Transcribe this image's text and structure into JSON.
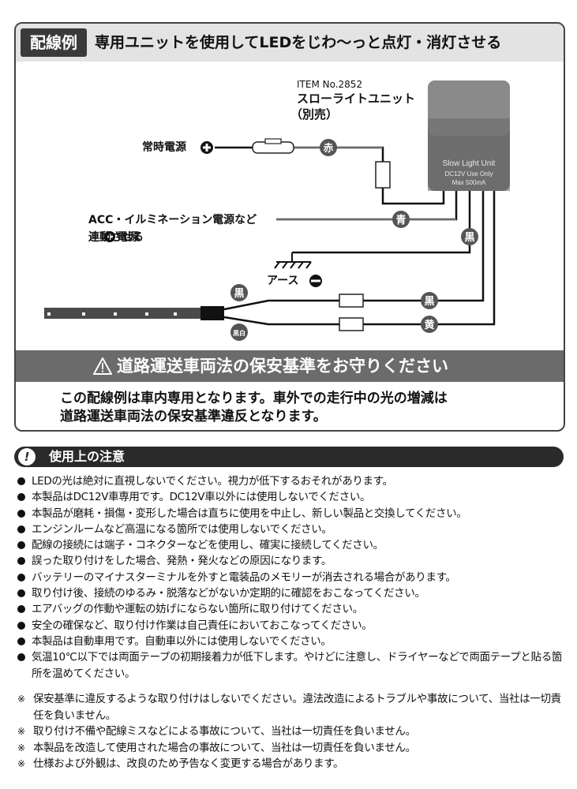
{
  "header": {
    "tag": "配線例",
    "title": "専用ユニットを使用してLEDをじわ〜っと点灯・消灯させる"
  },
  "diagram": {
    "item_number": "ITEM No.2852",
    "unit_name": "スローライトユニット",
    "unit_note": "（別売）",
    "unit_label_line1": "Slow Light Unit",
    "unit_label_line2": "DC12V Use Only",
    "unit_label_line3": "Max 500mA",
    "constant_power": "常時電源",
    "acc_line1": "ACC・イルミネーション電源など",
    "acc_line2": "連動させる",
    "acc_line2_suffix": "電源",
    "ground": "アース",
    "wire_red": "赤",
    "wire_blue": "青",
    "wire_black": "黒",
    "wire_black_2": "黒",
    "wire_black_3": "黒",
    "wire_yellow": "黄",
    "wire_diag": "黒白"
  },
  "warning": {
    "title": "道路運送車両法の保安基準をお守りください",
    "line1": "この配線例は車内専用となります。車外での走行中の光の増減は",
    "line2": "道路運送車両法の保安基準違反となります。"
  },
  "caution": {
    "icon": "!",
    "title": "使用上の注意",
    "items": [
      "LEDの光は絶対に直視しないでください。視力が低下するおそれがあります。",
      "本製品はDC12V車専用です。DC12V車以外には使用しないでください。",
      "本製品が磨耗・損傷・変形した場合は直ちに使用を中止し、新しい製品と交換してください。",
      "エンジンルームなど高温になる箇所では使用しないでください。",
      "配線の接続には端子・コネクターなどを使用し、確実に接続してください。",
      "誤った取り付けをした場合、発熱・発火などの原因になります。",
      "バッテリーのマイナスターミナルを外すと電装品のメモリーが消去される場合があります。",
      "取り付け後、接続のゆるみ・脱落などがないか定期的に確認をおこなってください。",
      "エアバッグの作動や運転の妨げにならない箇所に取り付けてください。",
      "安全の確保など、取り付け作業は自己責任においておこなってください。",
      "本製品は自動車用です。自動車以外には使用しないでください。",
      "気温10℃以下では両面テープの初期接着力が低下します。やけどに注意し、ドライヤーなどで両面テープと貼る箇所を温めてください。"
    ]
  },
  "notes": [
    "保安基準に違反するような取り付けはしないでください。違法改造によるトラブルや事故について、当社は一切責任を負いません。",
    "取り付け不備や配線ミスなどによる事故について、当社は一切責任を負いません。",
    "本製品を改造して使用された場合の事故について、当社は一切責任を負いません。",
    "仕様および外観は、改良のため予告なく変更する場合があります。"
  ]
}
